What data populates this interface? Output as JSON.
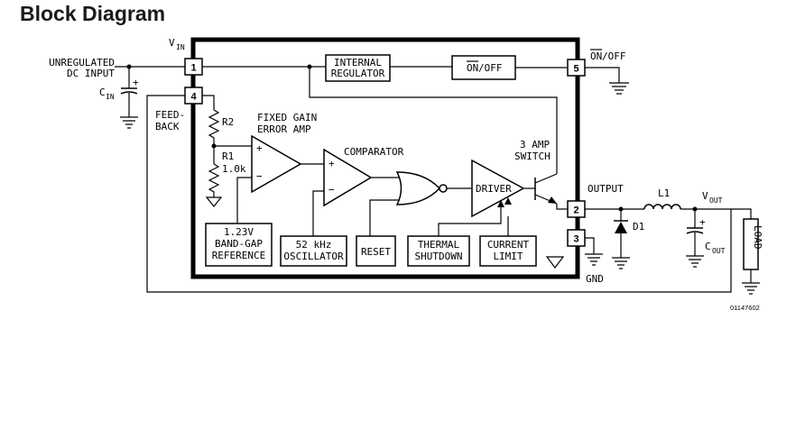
{
  "title": "Block Diagram",
  "figure_code": "01147602",
  "pins": {
    "p1": "1",
    "p2": "2",
    "p3": "3",
    "p4": "4",
    "p5": "5"
  },
  "labels": {
    "vin_main": "V",
    "vin_sub": "IN",
    "unregulated_line1": "UNREGULATED",
    "unregulated_line2": "DC INPUT",
    "cin_main": "C",
    "cin_sub": "IN",
    "feedback_line1": "FEED-",
    "feedback_line2": "BACK",
    "r2": "R2",
    "r1": "R1",
    "r1_value": "1.0k",
    "error_amp_line1": "FIXED GAIN",
    "error_amp_line2": "ERROR AMP",
    "comparator": "COMPARATOR",
    "switch_line1": "3 AMP",
    "switch_line2": "SWITCH",
    "driver": "DRIVER",
    "output": "OUTPUT",
    "l1": "L1",
    "d1": "D1",
    "vout_main": "V",
    "vout_sub": "OUT",
    "cout_main": "C",
    "cout_sub": "OUT",
    "load": "LOAD",
    "gnd": "GND",
    "onoff_bar": "ON",
    "onoff_rest": "/OFF",
    "plus": "+",
    "minus": "−"
  },
  "blocks": {
    "internal_regulator_line1": "INTERNAL",
    "internal_regulator_line2": "REGULATOR",
    "onoff_bar": "ON",
    "onoff_rest": "/OFF",
    "bandgap_line1": "1.23V",
    "bandgap_line2": "BAND-GAP",
    "bandgap_line3": "REFERENCE",
    "oscillator_line1": "52 kHz",
    "oscillator_line2": "OSCILLATOR",
    "reset": "RESET",
    "thermal_line1": "THERMAL",
    "thermal_line2": "SHUTDOWN",
    "current_line1": "CURRENT",
    "current_line2": "LIMIT"
  }
}
